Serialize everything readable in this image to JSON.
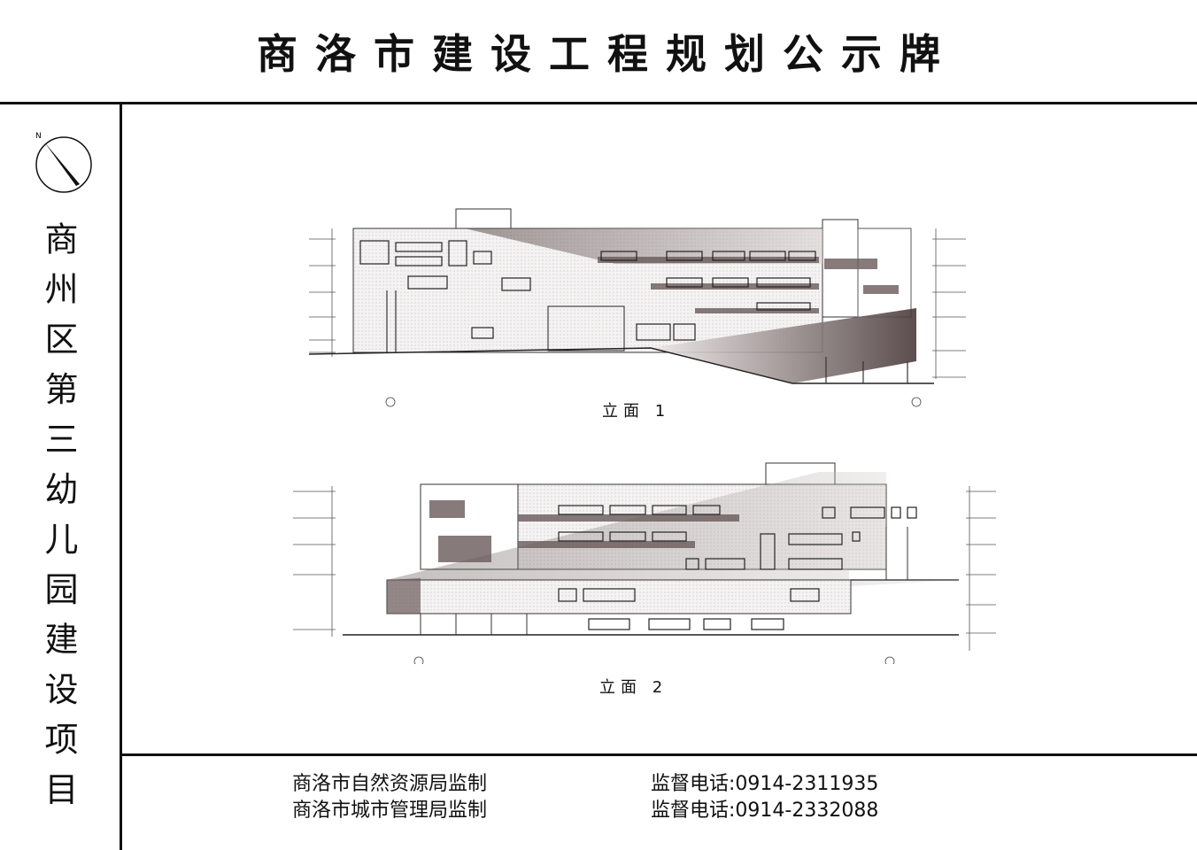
{
  "header": {
    "title": "商洛市建设工程规划公示牌"
  },
  "sidebar": {
    "north_label": "N",
    "project_name": "商州区第三幼儿园建设项目"
  },
  "drawings": [
    {
      "label": "立面 1"
    },
    {
      "label": "立面 2"
    }
  ],
  "footer": {
    "lines": [
      {
        "org": "商洛市自然资源局监制",
        "phone": "监督电话:0914-2311935"
      },
      {
        "org": "商洛市城市管理局监制",
        "phone": "监督电话:0914-2332088"
      }
    ]
  }
}
